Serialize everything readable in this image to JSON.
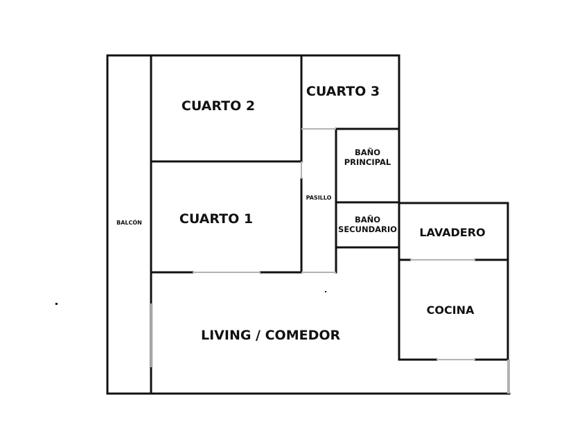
{
  "floor_plan": {
    "rooms": {
      "cuarto_2": "CUARTO 2",
      "cuarto_3": "CUARTO 3",
      "bano_principal_line1": "BAÑO",
      "bano_principal_line2": "PRINCIPAL",
      "pasillo": "PASILLO",
      "cuarto_1": "CUARTO 1",
      "bano_secundario_line1": "BAÑO",
      "bano_secundario_line2": "SECUNDARIO",
      "lavadero": "LAVADERO",
      "balcon": "BALCÓN",
      "cocina": "COCINA",
      "living_comedor": "LIVING / COMEDOR"
    },
    "colors": {
      "wall": "#111111",
      "opening": "#b3b3b3",
      "background": "#ffffff"
    }
  }
}
